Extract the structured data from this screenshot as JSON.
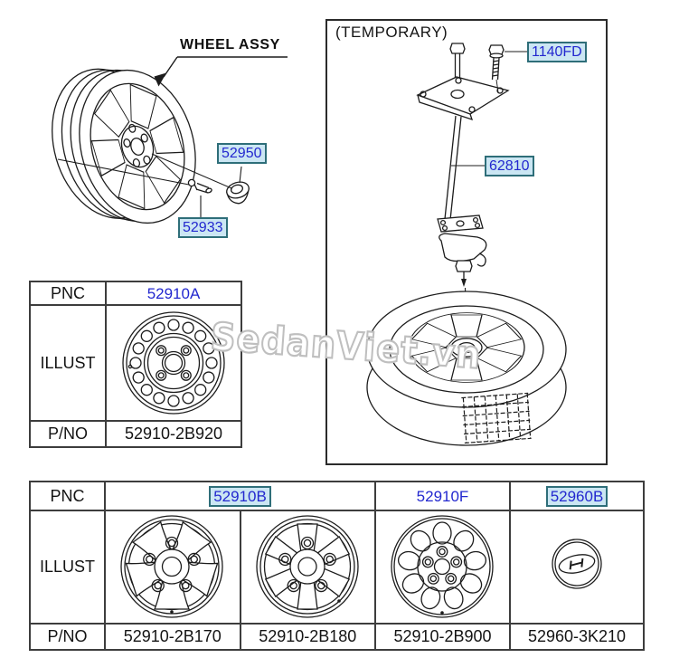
{
  "wheel_assy": {
    "title": "WHEEL ASSY",
    "codes": {
      "lug_nut": "52950",
      "valve_stem": "52933"
    }
  },
  "temporary": {
    "title": "(TEMPORARY)",
    "codes": {
      "mounting_bolt": "1140FD",
      "carrier": "62810"
    }
  },
  "spare_table": {
    "headers": {
      "pnc": "PNC",
      "illust": "ILLUST",
      "pno": "P/NO"
    },
    "pnc_value": "52910A",
    "pno_value": "52910-2B920"
  },
  "main_table": {
    "headers": {
      "pnc": "PNC",
      "illust": "ILLUST",
      "pno": "P/NO"
    },
    "pnc_values": [
      "52910B",
      "52910F",
      "52960B"
    ],
    "pno_values": [
      "52910-2B170",
      "52910-2B180",
      "52910-2B900",
      "52960-3K210"
    ]
  },
  "watermark": "SedanViet.vn",
  "colors": {
    "code_blue": "#2328cf",
    "highlight_bg": "#cbe6f3",
    "highlight_border": "#2e6e79",
    "line_art": "#1c1c1c",
    "table_border": "#3d3d3d"
  }
}
